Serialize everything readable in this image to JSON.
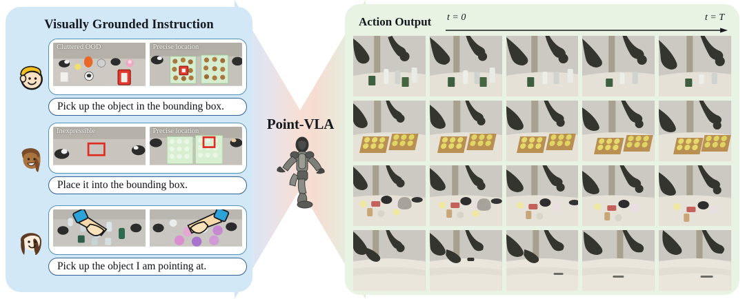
{
  "left_panel": {
    "title": "Visually Grounded Instruction",
    "bg_color": "#d3e8f6",
    "instructions": [
      {
        "avatar": "blonde-boy-face-icon",
        "thumb_left_label": "Cluttered OOD",
        "thumb_right_label": "Precise location",
        "text": "Pick up the object in the bounding box."
      },
      {
        "avatar": "brown-woman-face-icon",
        "thumb_left_label": "Inexpressible",
        "thumb_right_label": "Precise location",
        "text": "Place it into the bounding box."
      },
      {
        "avatar": "girl-face-icon",
        "thumb_left_label": "",
        "thumb_right_label": "",
        "text": "Pick up the object I am pointing at."
      }
    ]
  },
  "center": {
    "model_name": "Point-VLA",
    "robot_icon": "humanoid-robot-icon",
    "gradient_left": "#cfe6f5",
    "gradient_mid": "#f7dfd5",
    "gradient_right": "#dcecd6"
  },
  "right_panel": {
    "title": "Action Output",
    "bg_color": "#e8f3e4",
    "time_start": "t = 0",
    "time_end": "t = T",
    "grid_rows": 4,
    "grid_cols": 5,
    "rollouts": [
      {
        "scene": "bottles-on-table",
        "frames": 5
      },
      {
        "scene": "fruit-trays-on-table",
        "frames": 5
      },
      {
        "scene": "small-objects-on-table",
        "frames": 5
      },
      {
        "scene": "empty-table-sweep",
        "frames": 5
      }
    ]
  }
}
